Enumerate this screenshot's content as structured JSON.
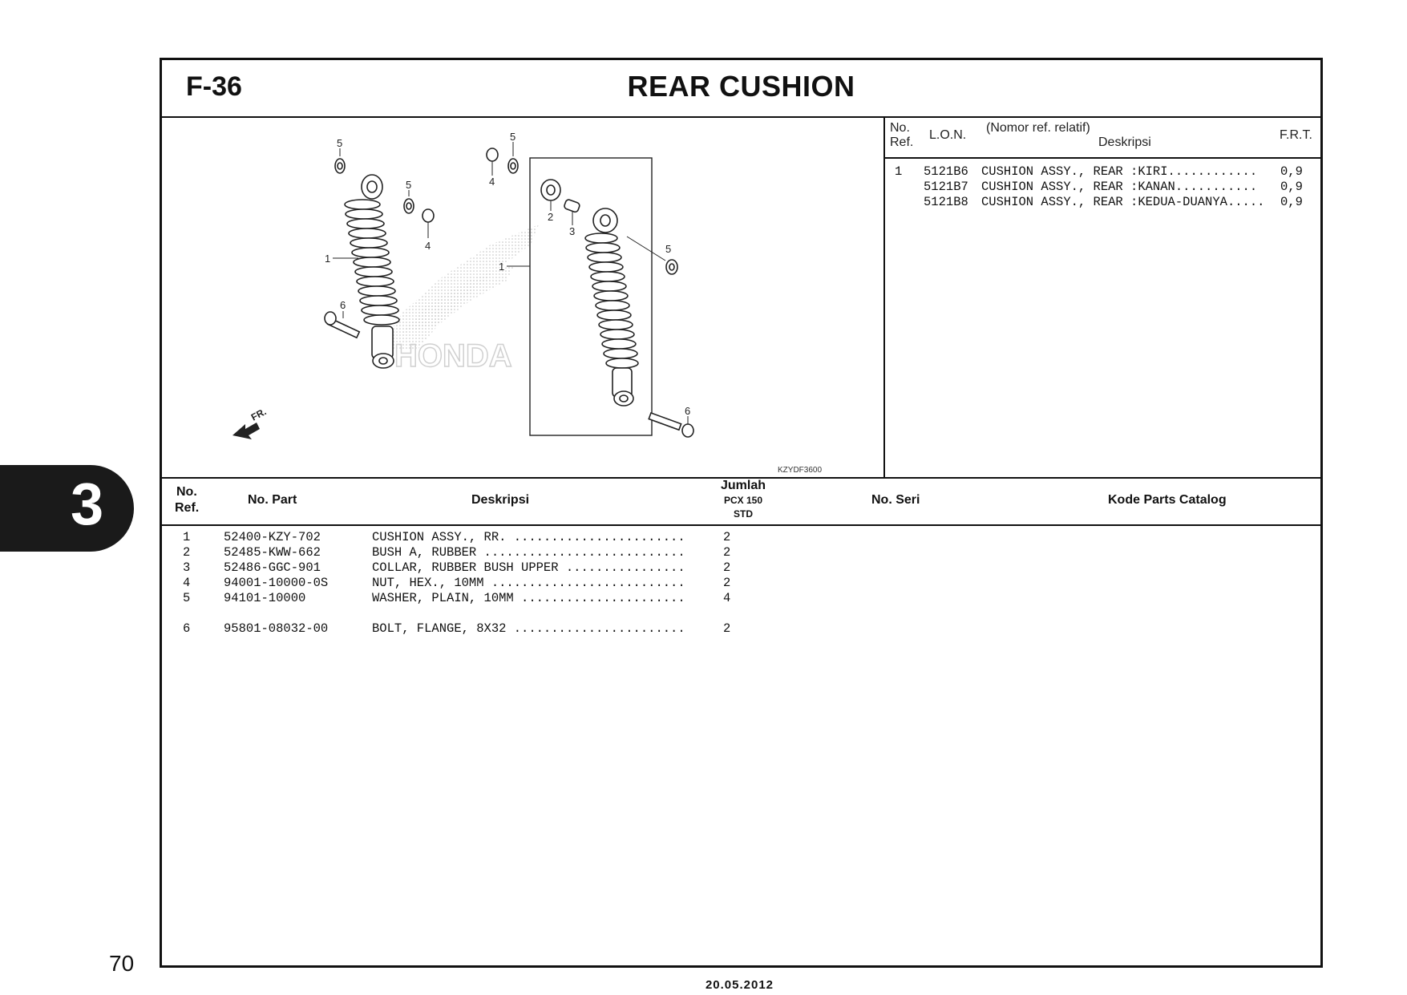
{
  "header": {
    "figure_code": "F-36",
    "title": "REAR CUSHION"
  },
  "lon_table": {
    "headers": {
      "no": "No.",
      "ref": "Ref.",
      "lon": "L.O.N.",
      "nomor": "(Nomor ref. relatif)",
      "deskripsi": "Deskripsi",
      "frt": "F.R.T."
    },
    "rows": [
      {
        "ref": "1",
        "lon": "5121B6",
        "desc": "CUSHION ASSY., REAR :KIRI............",
        "frt": "0,9"
      },
      {
        "ref": "",
        "lon": "5121B7",
        "desc": "CUSHION ASSY., REAR :KANAN...........",
        "frt": "0,9"
      },
      {
        "ref": "",
        "lon": "5121B8",
        "desc": "CUSHION ASSY., REAR :KEDUA-DUANYA.....",
        "frt": "0,9"
      }
    ]
  },
  "parts_table": {
    "headers": {
      "no": "No.",
      "ref": "Ref.",
      "part": "No. Part",
      "desc": "Deskripsi",
      "jumlah": "Jumlah",
      "model": "PCX 150",
      "std": "STD",
      "seri": "No. Seri",
      "catalog": "Kode Parts Catalog"
    },
    "rows": [
      {
        "ref": "1",
        "part": "52400-KZY-702",
        "desc": "CUSHION ASSY., RR. .......................",
        "qty": "2"
      },
      {
        "ref": "2",
        "part": "52485-KWW-662",
        "desc": "BUSH A, RUBBER ...........................",
        "qty": "2"
      },
      {
        "ref": "3",
        "part": "52486-GGC-901",
        "desc": "COLLAR, RUBBER BUSH UPPER ................",
        "qty": "2"
      },
      {
        "ref": "4",
        "part": "94001-10000-0S",
        "desc": "NUT, HEX., 10MM ..........................",
        "qty": "2"
      },
      {
        "ref": "5",
        "part": "94101-10000",
        "desc": "WASHER, PLAIN, 10MM ......................",
        "qty": "4"
      },
      {
        "ref": "6",
        "part": "95801-08032-00",
        "desc": "BOLT, FLANGE, 8X32 .......................",
        "qty": "2"
      }
    ]
  },
  "diagram": {
    "code": "KZYDF3600",
    "fr_label": "FR.",
    "watermark": "HONDA",
    "callouts": [
      "5",
      "5",
      "5",
      "5",
      "4",
      "4",
      "1",
      "1",
      "2",
      "3",
      "6",
      "6"
    ]
  },
  "section_tab": "3",
  "page_number": "70",
  "date": "20.05.2012"
}
